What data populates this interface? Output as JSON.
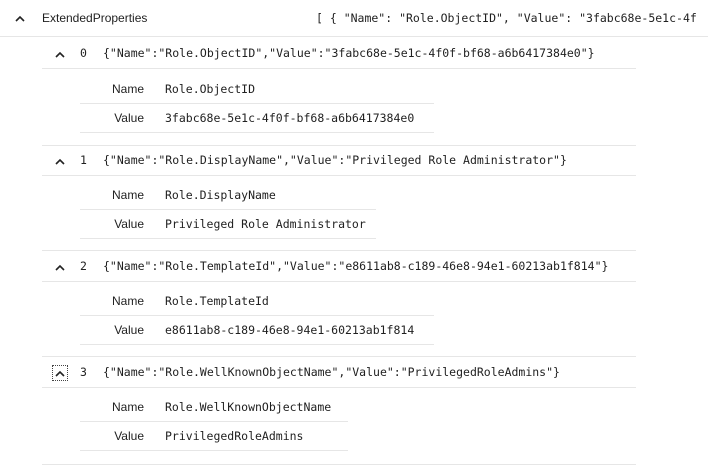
{
  "property": {
    "name": "ExtendedProperties",
    "value_preview": "[ { \"Name\": \"Role.ObjectID\", \"Value\": \"3fabc68e-5e1c-4f"
  },
  "items": [
    {
      "index": "0",
      "json": "{\"Name\":\"Role.ObjectID\",\"Value\":\"3fabc68e-5e1c-4f0f-bf68-a6b6417384e0\"}",
      "name_label": "Name",
      "name_value": "Role.ObjectID",
      "value_label": "Value",
      "value_value": "3fabc68e-5e1c-4f0f-bf68-a6b6417384e0"
    },
    {
      "index": "1",
      "json": "{\"Name\":\"Role.DisplayName\",\"Value\":\"Privileged Role Administrator\"}",
      "name_label": "Name",
      "name_value": "Role.DisplayName",
      "value_label": "Value",
      "value_value": "Privileged Role Administrator"
    },
    {
      "index": "2",
      "json": "{\"Name\":\"Role.TemplateId\",\"Value\":\"e8611ab8-c189-46e8-94e1-60213ab1f814\"}",
      "name_label": "Name",
      "name_value": "Role.TemplateId",
      "value_label": "Value",
      "value_value": "e8611ab8-c189-46e8-94e1-60213ab1f814"
    },
    {
      "index": "3",
      "json": "{\"Name\":\"Role.WellKnownObjectName\",\"Value\":\"PrivilegedRoleAdmins\"}",
      "name_label": "Name",
      "name_value": "Role.WellKnownObjectName",
      "value_label": "Value",
      "value_value": "PrivilegedRoleAdmins"
    }
  ]
}
